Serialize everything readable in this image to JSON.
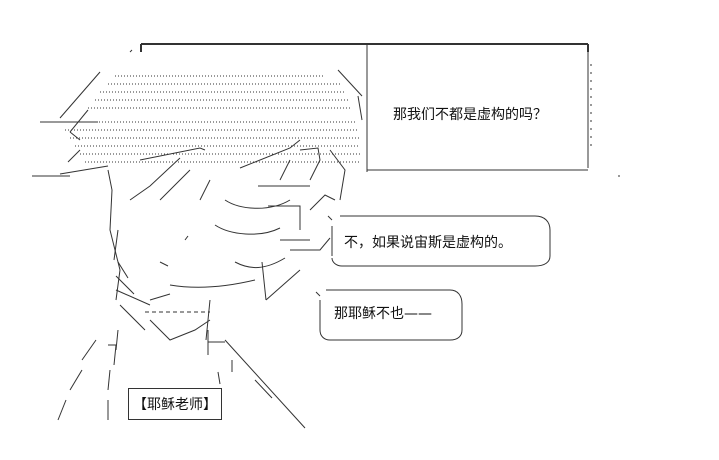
{
  "dialog": {
    "box_question": "那我们不都是虚构的吗？",
    "reply_1": "不，如果说宙斯是虚构的。",
    "reply_2": "那耶稣不也——"
  },
  "name_tag": {
    "label": "【耶稣老师】"
  },
  "colors": {
    "ink": "#111111",
    "background": "#ffffff"
  }
}
